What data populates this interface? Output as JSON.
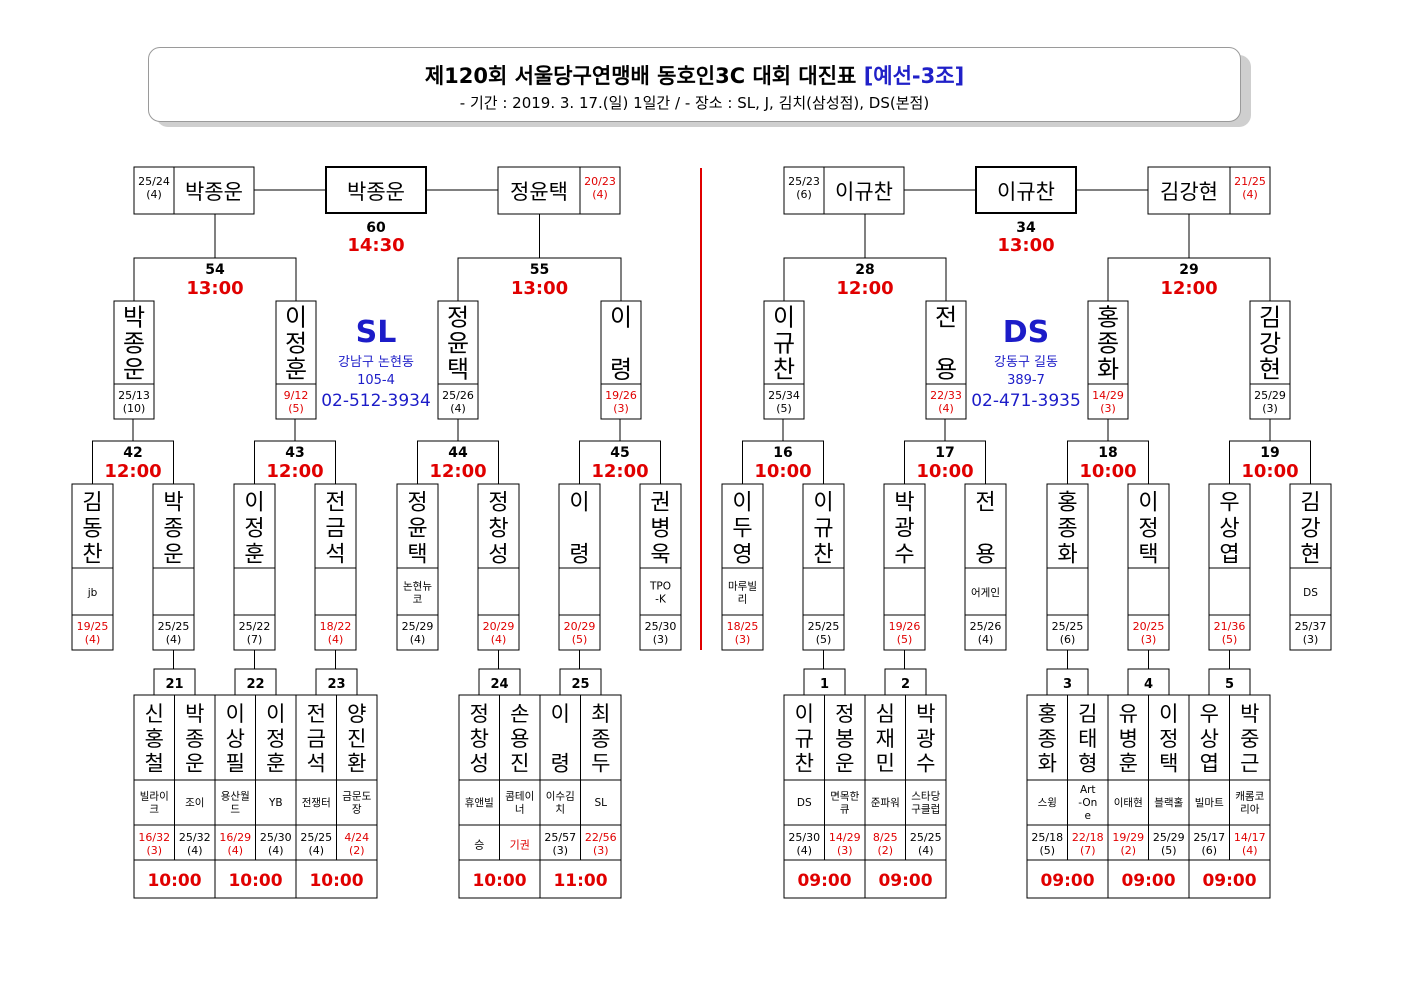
{
  "header": {
    "title": "제120회 서울당구연맹배 동호인3C 대회 대진표",
    "group": "[예선-3조]",
    "subtitle": "- 기간 : 2019. 3. 17.(일) 1일간 / - 장소 : SL, J, 김치(삼성점), DS(본점)"
  },
  "colors": {
    "red": "#e00000",
    "blue": "#1c1cc8",
    "line": "#000000"
  },
  "venues": [
    {
      "name": "SL",
      "addr1": "강남구 논현동",
      "addr2": "105-4",
      "phone": "02-512-3934"
    },
    {
      "name": "DS",
      "addr1": "강동구 길동",
      "addr2": "389-7",
      "phone": "02-471-3935"
    }
  ],
  "round1": [
    {
      "num": "21",
      "time": "10:00",
      "players": [
        {
          "name": "신홍철",
          "club": "빌라이크",
          "score": "16/32",
          "rank": "(3)",
          "red": true
        },
        {
          "name": "박종운",
          "club": "조이",
          "score": "25/32",
          "rank": "(4)",
          "red": false
        }
      ]
    },
    {
      "num": "22",
      "time": "10:00",
      "players": [
        {
          "name": "이상필",
          "club": "용산월드",
          "score": "16/29",
          "rank": "(4)",
          "red": true
        },
        {
          "name": "이정훈",
          "club": "YB",
          "score": "25/30",
          "rank": "(4)",
          "red": false
        }
      ]
    },
    {
      "num": "23",
      "time": "10:00",
      "players": [
        {
          "name": "전금석",
          "club": "전쟁터",
          "score": "25/25",
          "rank": "(4)",
          "red": false
        },
        {
          "name": "양진환",
          "club": "금문도장",
          "score": "4/24",
          "rank": "(2)",
          "red": true
        }
      ]
    },
    {
      "num": "24",
      "time": "10:00",
      "players": [
        {
          "name": "정창성",
          "club": "휴앤빌",
          "score": "승",
          "rank": "",
          "red": false
        },
        {
          "name": "손용진",
          "club": "콤테이너",
          "score": "기권",
          "rank": "",
          "red": true
        }
      ]
    },
    {
      "num": "25",
      "time": "11:00",
      "players": [
        {
          "name": "이 령",
          "club": "이수김치",
          "score": "25/57",
          "rank": "(3)",
          "red": false
        },
        {
          "name": "최종두",
          "club": "SL",
          "score": "22/56",
          "rank": "(3)",
          "red": true
        }
      ]
    },
    {
      "num": "1",
      "time": "09:00",
      "players": [
        {
          "name": "이규찬",
          "club": "DS",
          "score": "25/30",
          "rank": "(4)",
          "red": false
        },
        {
          "name": "정봉운",
          "club": "면목한큐",
          "score": "14/29",
          "rank": "(3)",
          "red": true
        }
      ]
    },
    {
      "num": "2",
      "time": "09:00",
      "players": [
        {
          "name": "심재민",
          "club": "준파워",
          "score": "8/25",
          "rank": "(2)",
          "red": true
        },
        {
          "name": "박광수",
          "club": "스타당구클럽",
          "score": "25/25",
          "rank": "(4)",
          "red": false
        }
      ]
    },
    {
      "num": "3",
      "time": "09:00",
      "players": [
        {
          "name": "홍종화",
          "club": "스윙",
          "score": "25/18",
          "rank": "(5)",
          "red": false
        },
        {
          "name": "김태형",
          "club": "Art-One",
          "score": "22/18",
          "rank": "(7)",
          "red": true
        }
      ]
    },
    {
      "num": "4",
      "time": "09:00",
      "players": [
        {
          "name": "유병훈",
          "club": "이태현",
          "score": "19/29",
          "rank": "(2)",
          "red": true
        },
        {
          "name": "이정택",
          "club": "블랙홀",
          "score": "25/29",
          "rank": "(5)",
          "red": false
        }
      ]
    },
    {
      "num": "5",
      "time": "09:00",
      "players": [
        {
          "name": "우상엽",
          "club": "빌마트",
          "score": "25/17",
          "rank": "(6)",
          "red": false
        },
        {
          "name": "박중근",
          "club": "캐롬코리아",
          "score": "14/17",
          "rank": "(4)",
          "red": true
        }
      ]
    }
  ],
  "round2": [
    {
      "name": "김동찬",
      "club": "jb",
      "score": "19/25",
      "rank": "(4)",
      "red": true
    },
    {
      "name": "박종운",
      "club": "",
      "score": "25/25",
      "rank": "(4)",
      "red": false
    },
    {
      "name": "이정훈",
      "club": "",
      "score": "25/22",
      "rank": "(7)",
      "red": false
    },
    {
      "name": "전금석",
      "club": "",
      "score": "18/22",
      "rank": "(4)",
      "red": true
    },
    {
      "name": "정윤택",
      "club": "논현뉴코",
      "score": "25/29",
      "rank": "(4)",
      "red": false
    },
    {
      "name": "정창성",
      "club": "",
      "score": "20/29",
      "rank": "(4)",
      "red": true
    },
    {
      "name": "이 령",
      "club": "",
      "score": "20/29",
      "rank": "(5)",
      "red": true
    },
    {
      "name": "권병욱",
      "club": "TPO-K",
      "score": "25/30",
      "rank": "(3)",
      "red": false
    },
    {
      "name": "이두영",
      "club": "마루빌리",
      "score": "18/25",
      "rank": "(3)",
      "red": true
    },
    {
      "name": "이규찬",
      "club": "",
      "score": "25/25",
      "rank": "(5)",
      "red": false
    },
    {
      "name": "박광수",
      "club": "",
      "score": "19/26",
      "rank": "(5)",
      "red": true
    },
    {
      "name": "전 용",
      "club": "어게인",
      "score": "25/26",
      "rank": "(4)",
      "red": false
    },
    {
      "name": "홍종화",
      "club": "",
      "score": "25/25",
      "rank": "(6)",
      "red": false
    },
    {
      "name": "이정택",
      "club": "",
      "score": "20/25",
      "rank": "(3)",
      "red": true
    },
    {
      "name": "우상엽",
      "club": "",
      "score": "21/36",
      "rank": "(5)",
      "red": true
    },
    {
      "name": "김강현",
      "club": "DS",
      "score": "25/37",
      "rank": "(3)",
      "red": false
    }
  ],
  "round2_matches": [
    {
      "num": "42",
      "time": "12:00"
    },
    {
      "num": "43",
      "time": "12:00"
    },
    {
      "num": "44",
      "time": "12:00"
    },
    {
      "num": "45",
      "time": "12:00"
    },
    {
      "num": "16",
      "time": "10:00"
    },
    {
      "num": "17",
      "time": "10:00"
    },
    {
      "num": "18",
      "time": "10:00"
    },
    {
      "num": "19",
      "time": "10:00"
    }
  ],
  "round3": [
    {
      "name": "박종운",
      "score": "25/13",
      "rank": "(10)",
      "red": false
    },
    {
      "name": "이정훈",
      "score": "9/12",
      "rank": "(5)",
      "red": true
    },
    {
      "name": "정윤택",
      "score": "25/26",
      "rank": "(4)",
      "red": false
    },
    {
      "name": "이 령",
      "score": "19/26",
      "rank": "(3)",
      "red": true
    },
    {
      "name": "이규찬",
      "score": "25/34",
      "rank": "(5)",
      "red": false
    },
    {
      "name": "전 용",
      "score": "22/33",
      "rank": "(4)",
      "red": true
    },
    {
      "name": "홍종화",
      "score": "14/29",
      "rank": "(3)",
      "red": true
    },
    {
      "name": "김강현",
      "score": "25/29",
      "rank": "(3)",
      "red": false
    }
  ],
  "round3_matches": [
    {
      "num": "54",
      "time": "13:00"
    },
    {
      "num": "55",
      "time": "13:00"
    },
    {
      "num": "28",
      "time": "12:00"
    },
    {
      "num": "29",
      "time": "12:00"
    }
  ],
  "finals": [
    {
      "num": "60",
      "time": "14:30",
      "winner": "박종운",
      "left": {
        "name": "박종운",
        "score": "25/24",
        "rank": "(4)",
        "red": false
      },
      "right": {
        "name": "정윤택",
        "score": "20/23",
        "rank": "(4)",
        "red": true
      }
    },
    {
      "num": "34",
      "time": "13:00",
      "winner": "이규찬",
      "left": {
        "name": "이규찬",
        "score": "25/23",
        "rank": "(6)",
        "red": false
      },
      "right": {
        "name": "김강현",
        "score": "21/25",
        "rank": "(4)",
        "red": true
      }
    }
  ]
}
